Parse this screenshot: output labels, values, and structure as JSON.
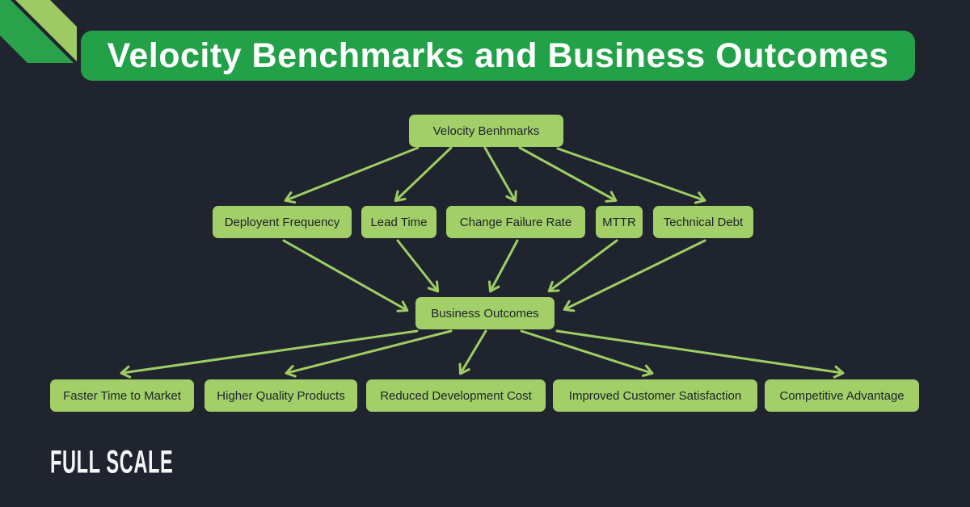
{
  "colors": {
    "background": "#20242e",
    "header_green": "#23a148",
    "node_green": "#a3cf68",
    "arrow_green": "#9ecd64",
    "stripe_dark": "#2aa24c",
    "stripe_light": "#9dca63",
    "node_text": "#1d222b",
    "title_text": "#ffffff",
    "logo_text": "#f4f6f8"
  },
  "header": {
    "title": "Velocity Benchmarks and Business Outcomes"
  },
  "diagram": {
    "root": {
      "label": "Velocity Benhmarks"
    },
    "metrics": [
      {
        "label": "Deployent Frequency"
      },
      {
        "label": "Lead Time"
      },
      {
        "label": "Change Failure Rate"
      },
      {
        "label": "MTTR"
      },
      {
        "label": "Technical Debt"
      }
    ],
    "hub": {
      "label": "Business Outcomes"
    },
    "outcomes": [
      {
        "label": "Faster Time to Market"
      },
      {
        "label": "Higher Quality Products"
      },
      {
        "label": "Reduced Development Cost"
      },
      {
        "label": "Improved Customer Satisfaction"
      },
      {
        "label": "Competitive Advantage"
      }
    ],
    "edges": [
      {
        "from": "Velocity Benhmarks",
        "to": "Deployent Frequency"
      },
      {
        "from": "Velocity Benhmarks",
        "to": "Lead Time"
      },
      {
        "from": "Velocity Benhmarks",
        "to": "Change Failure Rate"
      },
      {
        "from": "Velocity Benhmarks",
        "to": "MTTR"
      },
      {
        "from": "Velocity Benhmarks",
        "to": "Technical Debt"
      },
      {
        "from": "Deployent Frequency",
        "to": "Business Outcomes"
      },
      {
        "from": "Lead Time",
        "to": "Business Outcomes"
      },
      {
        "from": "Change Failure Rate",
        "to": "Business Outcomes"
      },
      {
        "from": "MTTR",
        "to": "Business Outcomes"
      },
      {
        "from": "Technical Debt",
        "to": "Business Outcomes"
      },
      {
        "from": "Business Outcomes",
        "to": "Faster Time to Market"
      },
      {
        "from": "Business Outcomes",
        "to": "Higher Quality Products"
      },
      {
        "from": "Business Outcomes",
        "to": "Reduced Development Cost"
      },
      {
        "from": "Business Outcomes",
        "to": "Improved Customer Satisfaction"
      },
      {
        "from": "Business Outcomes",
        "to": "Competitive Advantage"
      }
    ]
  },
  "footer": {
    "logo": "FULL SCALE"
  }
}
